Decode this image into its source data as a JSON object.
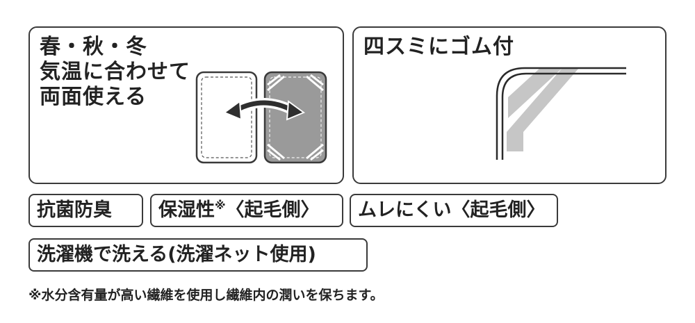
{
  "panels": {
    "left": {
      "lines": [
        "春・秋・冬",
        "気温に合わせて",
        "両面使える"
      ]
    },
    "right": {
      "title": "四スミにゴム付"
    }
  },
  "tags": {
    "antibacterial": "抗菌防臭",
    "moisture": "保湿性",
    "moisture_mark": "※",
    "moisture_side": "〈起毛側〉",
    "stuffy": "ムレにくい〈起毛側〉",
    "washable": "洗濯機で洗える(洗濯ネット使用)"
  },
  "footnote": "※水分含有量が高い繊維を使用し繊維内の潤いを保ちます。",
  "colors": {
    "border": "#3a3a3a",
    "dark_card": "#9a9a9a",
    "elastic_band": "#c6c6c6"
  }
}
